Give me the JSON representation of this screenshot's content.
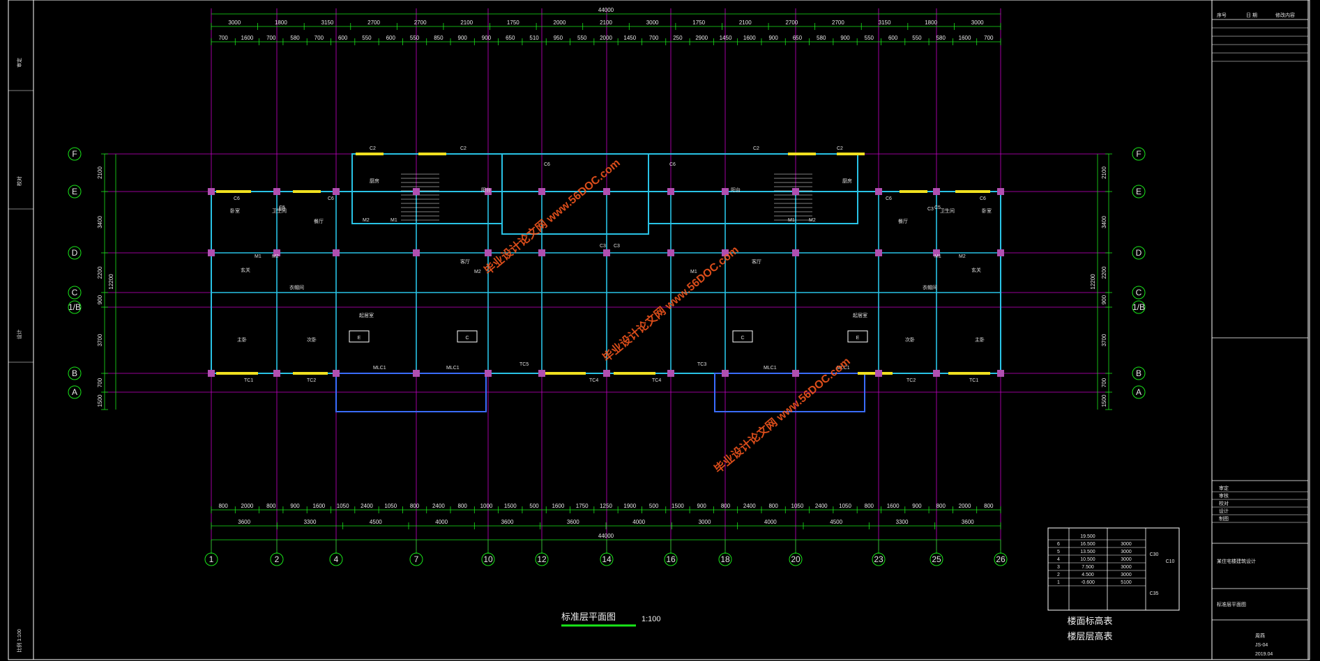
{
  "dims_top_total": "44000",
  "dims_top_mid": [
    "3000",
    "1800",
    "3150",
    "2700",
    "2700",
    "2100",
    "1750",
    "2000",
    "2100",
    "3000",
    "1750",
    "2100",
    "2700",
    "2700",
    "3150",
    "1800",
    "3000"
  ],
  "dims_top_sub": [
    "700",
    "1600",
    "700",
    "580",
    "700",
    "600",
    "550",
    "600",
    "550",
    "850",
    "900",
    "900",
    "650",
    "510",
    "950",
    "550",
    "2000",
    "1450",
    "700",
    "250",
    "2900",
    "1450",
    "1600",
    "900",
    "650",
    "580",
    "900",
    "550",
    "600",
    "550",
    "580",
    "1600",
    "700"
  ],
  "dims_bot_sub": [
    "800",
    "2000",
    "800",
    "900",
    "1600",
    "1050",
    "2400",
    "1050",
    "800",
    "2400",
    "800",
    "1000",
    "1500",
    "500",
    "1600",
    "1750",
    "1250",
    "1900",
    "500",
    "1500",
    "900",
    "800",
    "2400",
    "800",
    "1050",
    "2400",
    "1050",
    "800",
    "1600",
    "900",
    "800",
    "2000",
    "800"
  ],
  "dims_bot_mid": [
    "3600",
    "3300",
    "4500",
    "4000",
    "3600",
    "3600",
    "4000",
    "3000",
    "4000",
    "4500",
    "3300",
    "3600"
  ],
  "dims_bot_total": "44000",
  "dims_side": [
    "2100",
    "3400",
    "2200",
    "900",
    "3700",
    "700",
    "1500"
  ],
  "dims_side_total": "12200",
  "grid_x": [
    "1",
    "2",
    "4",
    "7",
    "10",
    "12",
    "14",
    "16",
    "18",
    "20",
    "23",
    "25",
    "26"
  ],
  "grid_y": [
    "F",
    "E",
    "D",
    "C",
    "1/B",
    "B",
    "A"
  ],
  "rooms": [
    {
      "name": "卧室",
      "id": "r1"
    },
    {
      "name": "卫生间",
      "id": "r2"
    },
    {
      "name": "餐厅",
      "id": "r3"
    },
    {
      "name": "厨房",
      "id": "r4"
    },
    {
      "name": "阳台",
      "id": "r5"
    },
    {
      "name": "客厅",
      "id": "r6"
    },
    {
      "name": "主卧",
      "id": "r7"
    },
    {
      "name": "起居室",
      "id": "r8"
    },
    {
      "name": "玄关",
      "id": "r9"
    },
    {
      "name": "衣帽间",
      "id": "r10"
    },
    {
      "name": "次卧",
      "id": "r11"
    }
  ],
  "unit_tags": [
    "E",
    "C",
    "C",
    "E"
  ],
  "windows_labels": [
    "C6",
    "C5",
    "C6",
    "C2",
    "C2",
    "C6",
    "C6",
    "C2",
    "C2",
    "C6",
    "C5",
    "C6",
    "TC1",
    "TC2",
    "MLC1",
    "MLC1",
    "TC5",
    "TC4",
    "TC4",
    "TC3",
    "MLC1",
    "MLC1",
    "TC2",
    "TC1",
    "C3",
    "C3",
    "C3",
    "C3"
  ],
  "doors_labels": [
    "M1",
    "M2",
    "M2",
    "M1",
    "M2",
    "M1",
    "M1",
    "M2",
    "M1",
    "M2"
  ],
  "drawing_title": "标准层平面图",
  "drawing_scale": "1:100",
  "watermark_text": "毕业设计论文网 www.56DOC.com",
  "floor_table": {
    "rows": [
      {
        "floor": "",
        "elev": "19.500",
        "height": ""
      },
      {
        "floor": "6",
        "elev": "16.500",
        "height": "3000"
      },
      {
        "floor": "5",
        "elev": "13.500",
        "height": "3000"
      },
      {
        "floor": "4",
        "elev": "10.500",
        "height": "3000"
      },
      {
        "floor": "3",
        "elev": "7.500",
        "height": "3000"
      },
      {
        "floor": "2",
        "elev": "4.500",
        "height": "3000"
      },
      {
        "floor": "1",
        "elev": "-0.600",
        "height": "5100"
      }
    ],
    "concrete": [
      "C30",
      "C10",
      "C35"
    ],
    "caption_1": "楼面标高表",
    "caption_2": "楼层层高表"
  },
  "title_block": {
    "top_row": [
      "序号",
      "日 期",
      "修改内容"
    ],
    "role_rows": [
      "审定",
      "审核",
      "校对",
      "设计",
      "制图"
    ],
    "project": "某住宅楼建筑设计",
    "drawing_name": "标准层平面图",
    "designer": "周燕",
    "sheet_no": "JS-04",
    "date": "2019.04"
  },
  "left_strip": [
    "审定",
    "校对",
    "设计",
    "比例 1:100"
  ],
  "colors": {
    "grid_line": "#c800c8",
    "dim_green": "#19e619",
    "wall_cyan": "#29c3e6",
    "wall_blue": "#3a6cff",
    "window_yellow": "#f0e020",
    "column_purple": "#b04fb0",
    "watermark": "#ff5a1f",
    "bg": "#000000"
  }
}
